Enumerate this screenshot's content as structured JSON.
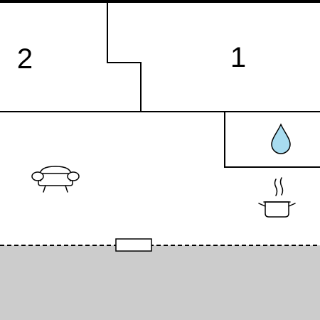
{
  "floorplan": {
    "rooms": [
      {
        "id": "room-2",
        "label": "2"
      },
      {
        "id": "room-1",
        "label": "1"
      }
    ],
    "icons": [
      {
        "name": "bathroom-water-drop-icon",
        "meaning": "bathroom",
        "color": "#a8dcf0"
      },
      {
        "name": "sofa-icon",
        "meaning": "living room"
      },
      {
        "name": "cooking-pot-icon",
        "meaning": "kitchen"
      }
    ],
    "colors": {
      "wall": "#000000",
      "floor": "#ffffff",
      "exterior": "#cccccc",
      "water_drop": "#a8dcf0"
    }
  }
}
